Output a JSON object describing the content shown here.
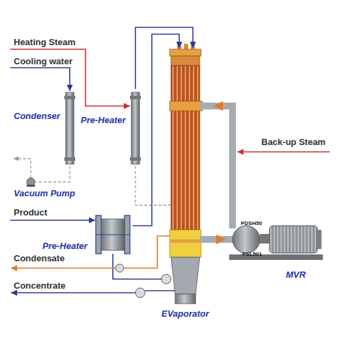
{
  "diagram": {
    "nodes": [
      {
        "text": [
          "Condenser"
        ]
      },
      {
        "text": [
          "Pre-Heater"
        ]
      },
      {
        "text": [
          "Vacuum Pump"
        ]
      },
      {
        "text": [
          "Pre-Heater"
        ]
      },
      {
        "text": [
          "EVaporator"
        ]
      },
      {
        "text": [
          "PDSH50",
          "PSL501",
          "MVR"
        ]
      }
    ],
    "edges": [
      {
        "from": 1,
        "to": 4,
        "arrow": "to"
      },
      {
        "from": 3,
        "to": 4,
        "arrow": "to"
      },
      {
        "from": 0,
        "to": 2,
        "arrow": "none"
      },
      {
        "from": 4,
        "to": 5,
        "arrow": "to"
      },
      {
        "from": 5,
        "to": 4,
        "arrow": "to"
      }
    ],
    "labels": [
      "Heating Steam",
      "Cooling water",
      "Product",
      "Condensate",
      "Concentrate",
      "Back-up Steam"
    ]
  }
}
